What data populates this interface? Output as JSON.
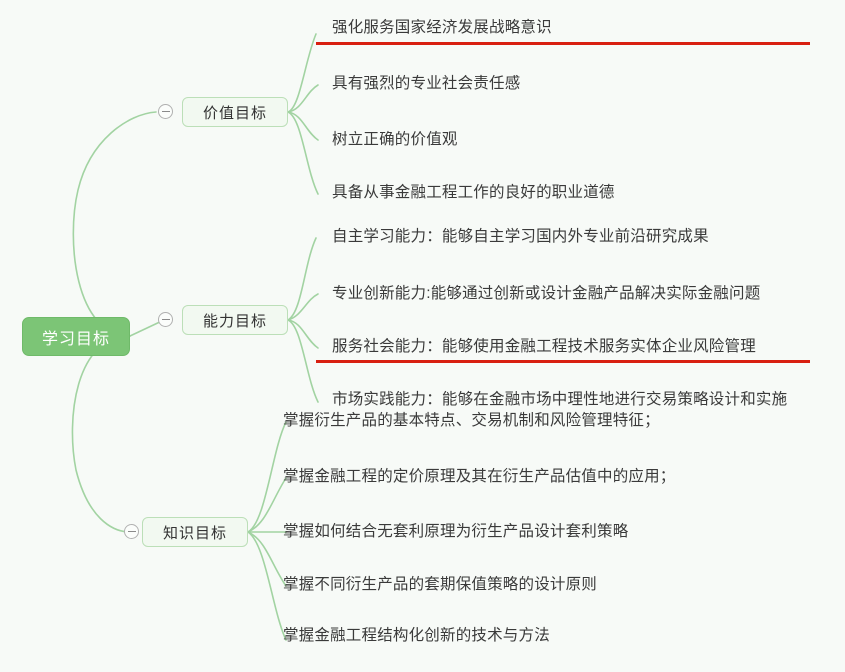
{
  "theme": {
    "background": "#f7faf7",
    "link_color": "#a2d3a2",
    "root_fill": "#7cc576",
    "root_text": "#ffffff",
    "branch_fill": "#f2f9f1",
    "branch_border": "#bcdfb8",
    "leaf_text": "#3a3a3a",
    "highlight_color": "#d81f10"
  },
  "mindmap": {
    "root": {
      "label": "学习目标"
    },
    "branches": [
      {
        "label": "价值目标",
        "items": [
          "强化服务国家经济发展战略意识",
          "具有强烈的专业社会责任感",
          "树立正确的价值观",
          "具备从事金融工程工作的良好的职业道德"
        ]
      },
      {
        "label": "能力目标",
        "items": [
          "自主学习能力：能够自主学习国内外专业前沿研究成果",
          "专业创新能力:能够通过创新或设计金融产品解决实际金融问题",
          "服务社会能力：能够使用金融工程技术服务实体企业风险管理",
          "市场实践能力：能够在金融市场中理性地进行交易策略设计和实施"
        ]
      },
      {
        "label": "知识目标",
        "items": [
          "掌握衍生产品的基本特点、交易机制和风险管理特征；",
          "掌握金融工程的定价原理及其在衍生产品估值中的应用；",
          "掌握如何结合无套利原理为衍生产品设计套利策略",
          "掌握不同衍生产品的套期保值策略的设计原则",
          "掌握金融工程结构化创新的技术与方法"
        ]
      }
    ]
  }
}
